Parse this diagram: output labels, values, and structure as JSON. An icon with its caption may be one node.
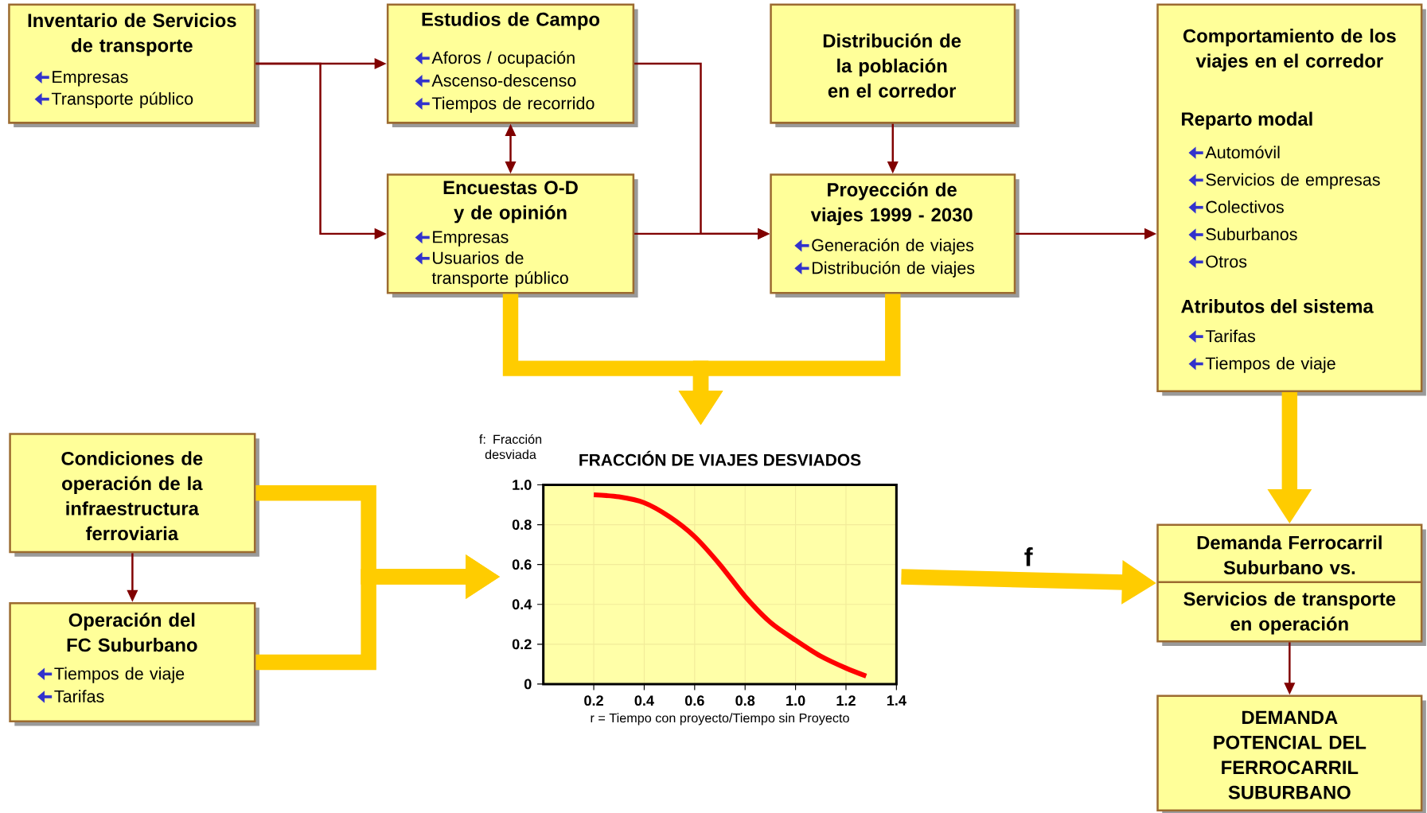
{
  "diagram": {
    "nodes": [
      {
        "text": [
          "Inventario de Servicios de transporte",
          "Empresas",
          "Transporte público"
        ]
      },
      {
        "text": [
          "Estudios de Campo",
          "Aforos / ocupación",
          "Ascenso-descenso",
          "Tiempos de recorrido"
        ]
      },
      {
        "text": [
          "Distribución de la población en el corredor"
        ]
      },
      {
        "text": [
          "Comportamiento de los viajes en el corredor",
          "Reparto modal",
          "Automóvil",
          "Servicios de empresas",
          "Colectivos",
          "Suburbanos",
          "Otros",
          "Atributos del sistema",
          "Tarifas",
          "Tiempos de viaje"
        ]
      },
      {
        "text": [
          "Encuestas O-D y de opinión",
          "Empresas",
          "Usuarios de transporte público"
        ]
      },
      {
        "text": [
          "Proyección de viajes 1999 - 2030",
          "Generación de viajes",
          "Distribución de viajes"
        ]
      },
      {
        "text": [
          "Condiciones de operación de la infraestructura ferroviaria"
        ]
      },
      {
        "text": [
          "Operación del FC Suburbano",
          "Tiempos de viaje",
          "Tarifas"
        ]
      },
      {
        "text": [],
        "shape": "chart"
      },
      {
        "text": [
          "Demanda Ferrocarril Suburbano vs.",
          "Servicios de transporte en operación"
        ]
      },
      {
        "text": [
          "DEMANDA POTENCIAL DEL FERROCARRIL SUBURBANO"
        ]
      }
    ],
    "edges": [
      {
        "from": 0,
        "to": 1,
        "arrow": "to"
      },
      {
        "from": 0,
        "to": 4,
        "arrow": "to"
      },
      {
        "from": 1,
        "to": 4,
        "arrow": "both"
      },
      {
        "from": 1,
        "to": 5,
        "arrow": "to"
      },
      {
        "from": 4,
        "to": 5,
        "arrow": "to"
      },
      {
        "from": 2,
        "to": 5,
        "arrow": "to"
      },
      {
        "from": 5,
        "to": 3,
        "arrow": "to"
      },
      {
        "from": 4,
        "to": 8,
        "arrow": "to",
        "style": "thick",
        "color": "#ffcc00"
      },
      {
        "from": 5,
        "to": 8,
        "arrow": "to",
        "style": "thick",
        "color": "#ffcc00"
      },
      {
        "from": 3,
        "to": 9,
        "arrow": "to",
        "style": "thick",
        "color": "#ffcc00"
      },
      {
        "from": 6,
        "to": 7,
        "arrow": "to"
      },
      {
        "from": 6,
        "to": 8,
        "arrow": "to",
        "style": "thick",
        "color": "#ffcc00"
      },
      {
        "from": 7,
        "to": 8,
        "arrow": "to",
        "style": "thick",
        "color": "#ffcc00"
      },
      {
        "from": 8,
        "to": 9,
        "arrow": "to",
        "style": "thick",
        "color": "#ffcc00",
        "label": "f"
      },
      {
        "from": 9,
        "to": 10,
        "arrow": "to"
      }
    ],
    "chart_data": {
      "type": "line",
      "title": "FRACCIÓN DE VIAJES DESVIADOS",
      "xlabel": "r = Tiempo con proyecto/Tiempo sin Proyecto",
      "ylabel": "f: Fracción desviada",
      "x": [
        0.2,
        0.3,
        0.4,
        0.5,
        0.6,
        0.7,
        0.8,
        0.9,
        1.0,
        1.1,
        1.2,
        1.28
      ],
      "series": [
        {
          "color": "#ff0000",
          "values": [
            0.95,
            0.94,
            0.91,
            0.84,
            0.74,
            0.6,
            0.44,
            0.31,
            0.22,
            0.14,
            0.08,
            0.04
          ]
        }
      ],
      "xlim": [
        0,
        1.4
      ],
      "ylim": [
        0,
        1
      ],
      "grid": true,
      "xticks": [
        {
          "value": 0.2,
          "label": "0.2"
        },
        {
          "value": 0.4,
          "label": "0.4"
        },
        {
          "value": 0.6,
          "label": "0.6"
        },
        {
          "value": 0.8,
          "label": "0.8"
        },
        {
          "value": 1.0,
          "label": "1.0"
        },
        {
          "value": 1.2,
          "label": "1.2"
        },
        {
          "value": 1.4,
          "label": "1.4"
        }
      ],
      "yticks": [
        {
          "value": 0,
          "label": "0"
        },
        {
          "value": 0.2,
          "label": "0.2"
        },
        {
          "value": 0.4,
          "label": "0.4"
        },
        {
          "value": 0.6,
          "label": "0.6"
        },
        {
          "value": 0.8,
          "label": "0.8"
        },
        {
          "value": 1.0,
          "label": "1.0"
        }
      ]
    }
  }
}
